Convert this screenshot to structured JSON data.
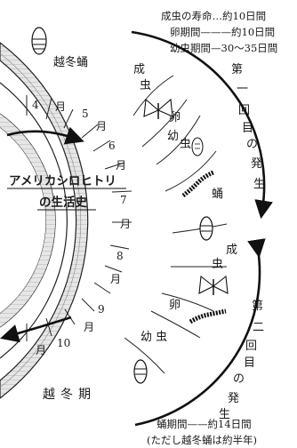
{
  "durations": {
    "adult": "成虫の寿命…約10日間",
    "egg": "卵期間———約10日間",
    "larva": "幼虫期間—30～35日間",
    "pupa": "蛹期間——約14日間",
    "overwinter_note": "(ただし越冬蛹は約半年)"
  },
  "title": {
    "line1": "アメリカシロヒトリ",
    "line2": "の生活史"
  },
  "months": {
    "m4": "4",
    "m5": "5",
    "m6": "6",
    "m7": "7",
    "m8": "8",
    "m9": "9",
    "m10": "10",
    "unit": "月"
  },
  "stages": {
    "overwinter_pupa": "越冬蛹",
    "overwinter_period": "越冬期",
    "adult_1": [
      "成",
      "虫"
    ],
    "egg_1": "卵",
    "larva_1": [
      "幼",
      "虫"
    ],
    "pupa_1": "蛹",
    "adult_2": [
      "成",
      "虫"
    ],
    "egg_2": "卵",
    "larva_2": "幼 虫"
  },
  "generations": {
    "first": [
      "第",
      "一",
      "回",
      "目",
      "の",
      "発",
      "生"
    ],
    "second": [
      "第",
      "二",
      "回",
      "目",
      "の",
      "発",
      "生"
    ]
  }
}
